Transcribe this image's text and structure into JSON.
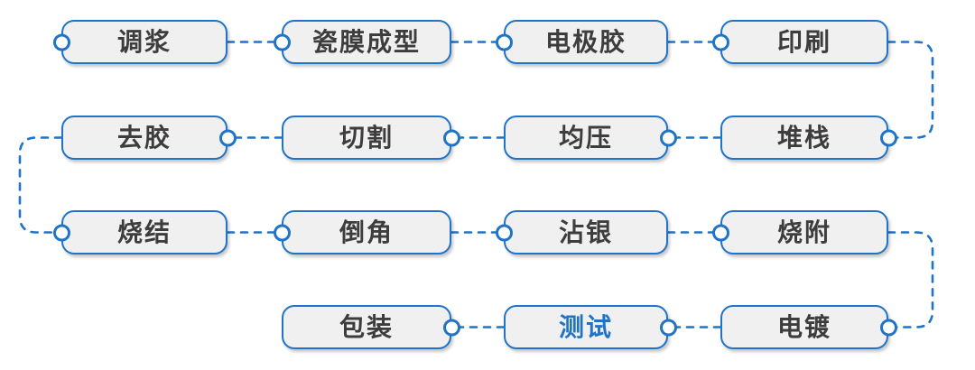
{
  "diagram": {
    "type": "flowchart",
    "description_colors": {
      "accent_blue": "#1f74c8",
      "box_fill": "#f0f0f0",
      "text": "#3d3d3d",
      "highlight_text": "#1f74c8",
      "port_fill": "#ffffff",
      "background": "#ffffff"
    },
    "nodes": [
      {
        "label": "调浆",
        "row": 1,
        "col": 1,
        "port_side": "left",
        "highlighted": false
      },
      {
        "label": "瓷膜成型",
        "row": 1,
        "col": 2,
        "port_side": "left",
        "highlighted": false
      },
      {
        "label": "电极胶",
        "row": 1,
        "col": 3,
        "port_side": "left",
        "highlighted": false
      },
      {
        "label": "印刷",
        "row": 1,
        "col": 4,
        "port_side": "left",
        "highlighted": false
      },
      {
        "label": "去胶",
        "row": 2,
        "col": 1,
        "port_side": "right",
        "highlighted": false
      },
      {
        "label": "切割",
        "row": 2,
        "col": 2,
        "port_side": "right",
        "highlighted": false
      },
      {
        "label": "均压",
        "row": 2,
        "col": 3,
        "port_side": "right",
        "highlighted": false
      },
      {
        "label": "堆栈",
        "row": 2,
        "col": 4,
        "port_side": "right",
        "highlighted": false
      },
      {
        "label": "烧结",
        "row": 3,
        "col": 1,
        "port_side": "left",
        "highlighted": false
      },
      {
        "label": "倒角",
        "row": 3,
        "col": 2,
        "port_side": "left",
        "highlighted": false
      },
      {
        "label": "沾银",
        "row": 3,
        "col": 3,
        "port_side": "left",
        "highlighted": false
      },
      {
        "label": "烧附",
        "row": 3,
        "col": 4,
        "port_side": "left",
        "highlighted": false
      },
      {
        "label": "包装",
        "row": 4,
        "col": 2,
        "port_side": "right",
        "highlighted": false
      },
      {
        "label": "测试",
        "row": 4,
        "col": 3,
        "port_side": "right",
        "highlighted": true
      },
      {
        "label": "电镀",
        "row": 4,
        "col": 4,
        "port_side": "right",
        "highlighted": false
      }
    ],
    "process_sequence": [
      "调浆",
      "瓷膜成型",
      "电极胶",
      "印刷",
      "堆栈",
      "均压",
      "切割",
      "去胶",
      "烧结",
      "倒角",
      "沾银",
      "烧附",
      "电镀",
      "测试",
      "包装"
    ]
  }
}
